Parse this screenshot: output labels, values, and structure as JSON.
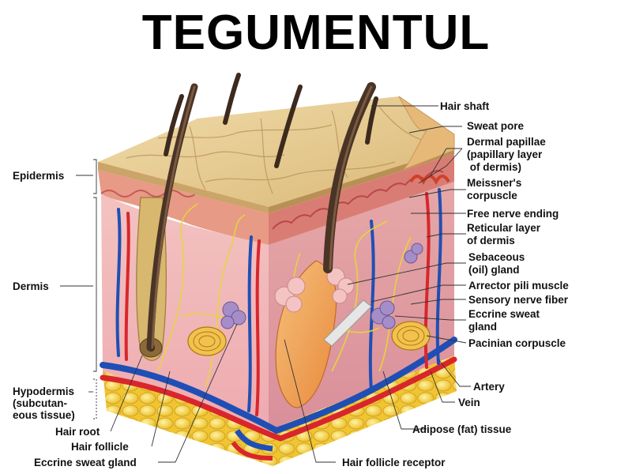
{
  "title": "TEGUMENTUL",
  "labels": {
    "epidermis": "Epidermis",
    "dermis": "Dermis",
    "hypodermis": [
      "Hypodermis",
      "(subcutan-",
      "eous tissue)"
    ],
    "hair_root": "Hair root",
    "hair_follicle": "Hair follicle",
    "eccrine_sweat_gland_bottom": "Eccrine sweat gland",
    "hair_follicle_receptor": "Hair follicle receptor",
    "adipose_tissue": "Adipose (fat) tissue",
    "vein": "Vein",
    "artery": "Artery",
    "pacinian_corpuscle": "Pacinian corpuscle",
    "eccrine_sweat_gland_right": [
      "Eccrine sweat",
      "gland"
    ],
    "sensory_nerve_fiber": "Sensory nerve fiber",
    "arrector_pili_muscle": "Arrector pili muscle",
    "sebaceous_gland": [
      "Sebaceous",
      "(oil) gland"
    ],
    "reticular_layer": [
      "Reticular layer",
      "of dermis"
    ],
    "free_nerve_ending": "Free nerve ending",
    "meissners_corpuscle": [
      "Meissner's",
      "corpuscle"
    ],
    "dermal_papillae": [
      "Dermal papillae",
      "(papillary layer",
      " of dermis)"
    ],
    "sweat_pore": "Sweat pore",
    "hair_shaft": "Hair shaft"
  },
  "colors": {
    "epidermis_top": "#e6c98f",
    "dermis": "#f2b8b8",
    "papillary": "#e8907e",
    "fat": "#f5d445",
    "artery": "#d8262c",
    "vein": "#1f4fb5",
    "hair": "#4a3426",
    "nerve": "#e6d63c",
    "follicle": "#f0a35a"
  }
}
